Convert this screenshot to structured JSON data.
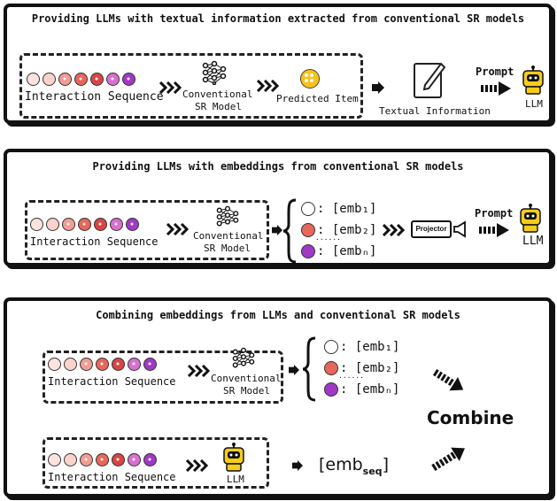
{
  "panel1": {
    "title": "Providing LLMs with textual information extracted from conventional SR models",
    "interaction_sequence": "Interaction Sequence",
    "sr_model_line1": "Conventional",
    "sr_model_line2": "SR Model",
    "predicted_item": "Predicted Item",
    "textual_information": "Textual Information",
    "prompt": "Prompt",
    "llm": "LLM"
  },
  "panel2": {
    "title": "Providing LLMs with embeddings from conventional SR models",
    "interaction_sequence": "Interaction Sequence",
    "sr_model_line1": "Conventional",
    "sr_model_line2": "SR Model",
    "emb1": ": [emb₁]",
    "emb2": ": [emb₂]",
    "embn": ": [embₙ]",
    "dots": "......",
    "projector": "Projector",
    "prompt": "Prompt",
    "llm": "LLM"
  },
  "panel3": {
    "title": "Combining embeddings from LLMs and conventional SR models",
    "interaction_sequence_top": "Interaction Sequence",
    "sr_model_line1": "Conventional",
    "sr_model_line2": "SR Model",
    "emb1": ": [emb₁]",
    "emb2": ": [emb₂]",
    "embn": ": [embₙ]",
    "dots": "......",
    "combine": "Combine",
    "interaction_sequence_bottom": "Interaction Sequence",
    "llm": "LLM",
    "emb_seq_open": "[emb",
    "emb_seq_sub": "seq",
    "emb_seq_close": "]"
  },
  "colors": {
    "item_colors": [
      "#fde3df",
      "#fcd2cc",
      "#f39c92",
      "#e8665a",
      "#d94545",
      "#d96fd0",
      "#a238c6"
    ],
    "llm_yellow": "#f5cc1a",
    "predicted_yellow": "#f8c21a",
    "ink": "#111111"
  },
  "icons": [
    "neural-network-icon",
    "llm-robot-icon",
    "notepad-pen-icon",
    "triple-chevron-arrow-icon",
    "block-arrow-icon",
    "curly-brace-icon",
    "projector-icon"
  ]
}
